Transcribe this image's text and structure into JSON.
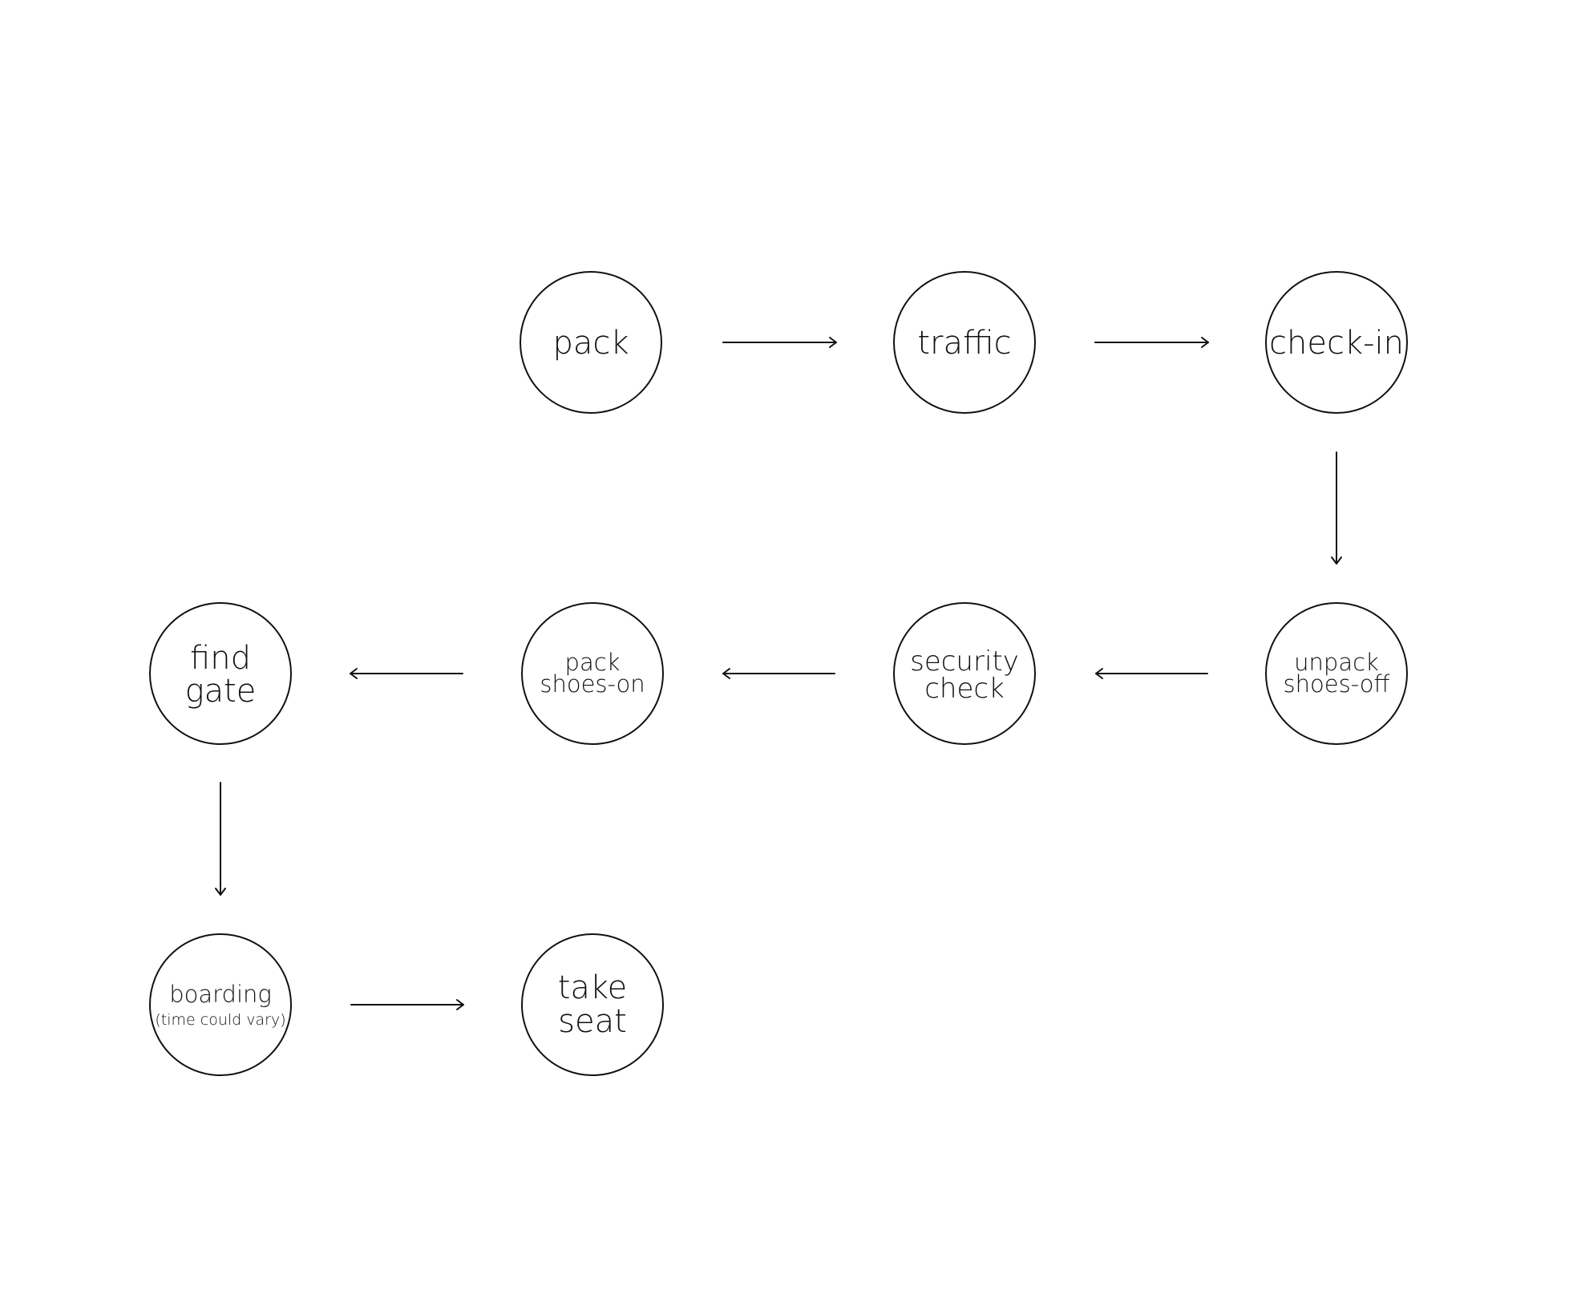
{
  "diagram": {
    "nodes": {
      "pack": "pack",
      "traffic": "traffic",
      "check_in": "check-in",
      "unpack_1": "unpack",
      "unpack_2": "shoes-off",
      "security_1": "security",
      "security_2": "check",
      "pack_shoes_1": "pack",
      "pack_shoes_2": "shoes-on",
      "find_gate_1": "find",
      "find_gate_2": "gate",
      "boarding": "boarding",
      "boarding_note": "(time could vary)",
      "take_seat_1": "take",
      "take_seat_2": "seat"
    },
    "edges": [
      [
        "pack",
        "traffic"
      ],
      [
        "traffic",
        "check-in"
      ],
      [
        "check-in",
        "unpack shoes-off"
      ],
      [
        "unpack shoes-off",
        "security check"
      ],
      [
        "security check",
        "pack shoes-on"
      ],
      [
        "pack shoes-on",
        "find gate"
      ],
      [
        "find gate",
        "boarding"
      ],
      [
        "boarding",
        "take seat"
      ]
    ],
    "colors": {
      "stroke": "#111111",
      "background": "#ffffff"
    }
  }
}
